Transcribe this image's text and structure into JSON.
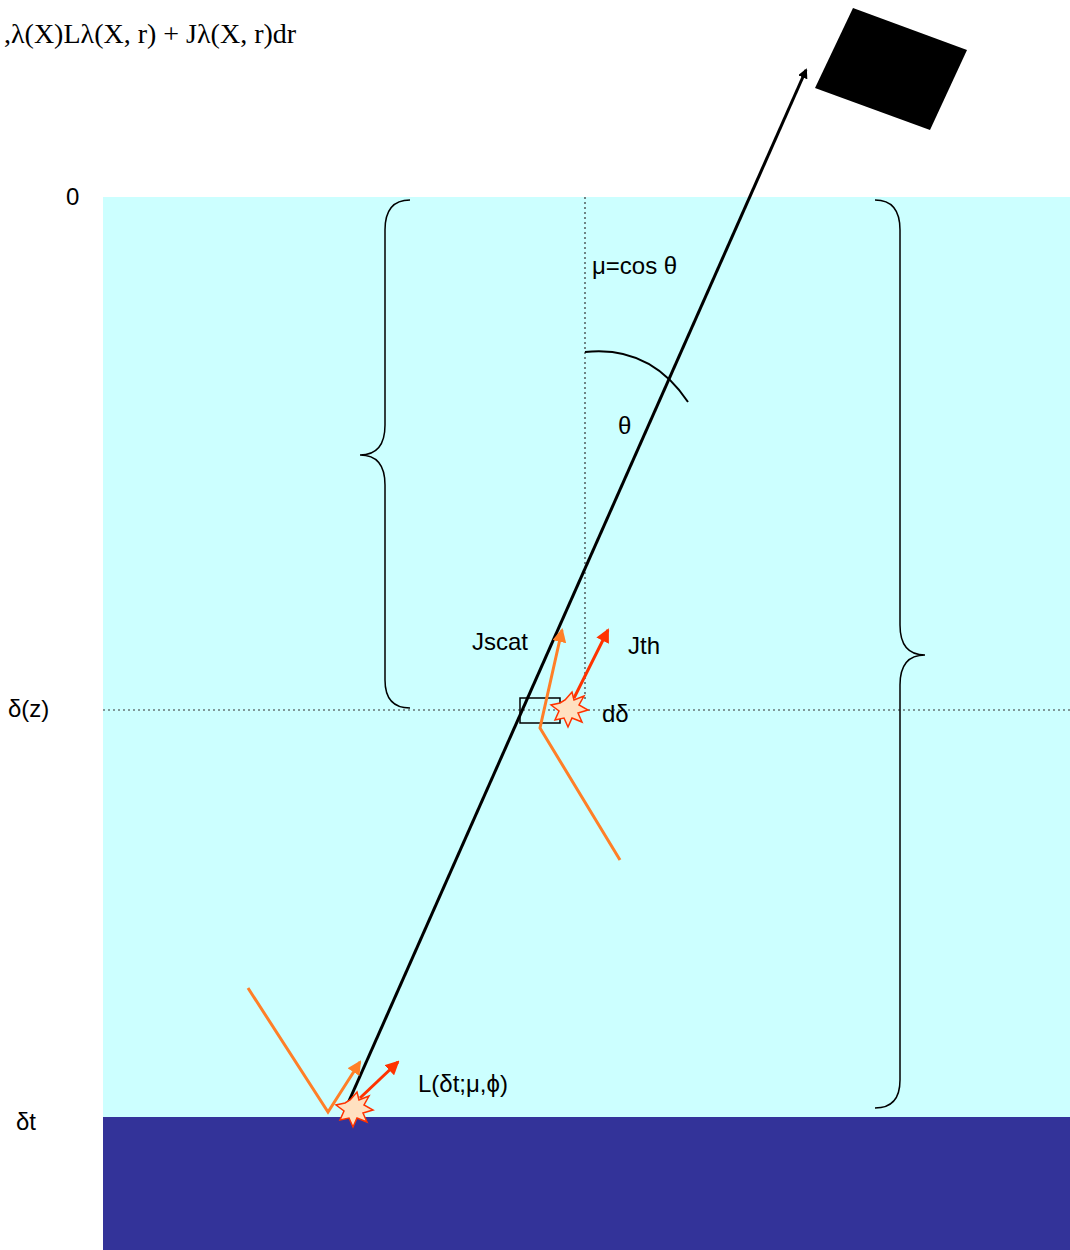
{
  "diagram": {
    "labels": [
      ",λ(X)Lλ(X, r) + Jλ(X, r)dr",
      "0",
      "μ=cos θ",
      "θ",
      "Jscat",
      "Jth",
      "δ(z)",
      "dδ",
      "L(δt;μ,ϕ)",
      "δt"
    ]
  }
}
